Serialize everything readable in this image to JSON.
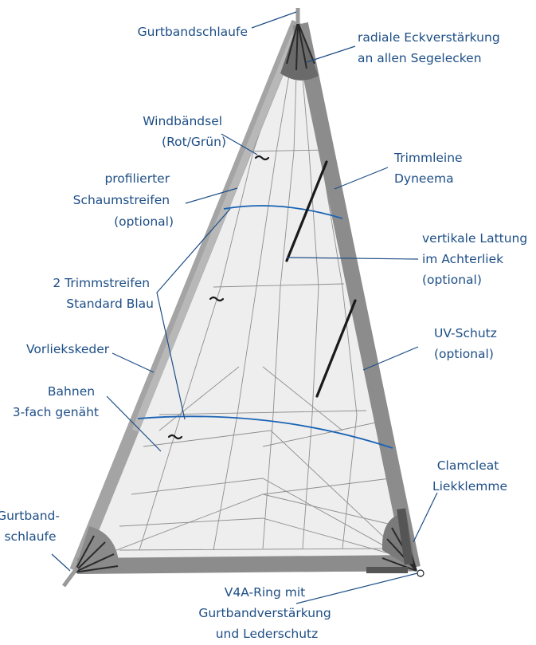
{
  "labels": {
    "head_strap": "Gurtbandschlaufe",
    "radial_reinforcement": [
      "radiale Eckverstärkung",
      "an allen Segelecken"
    ],
    "telltales": [
      "Windbändsel",
      "(Rot/Grün)"
    ],
    "foam_strip": [
      "profilierter",
      "Schaumstreifen",
      "(optional)"
    ],
    "leech_line": [
      "Trimmleine",
      "Dyneema"
    ],
    "battens": [
      "vertikale Lattung",
      "im Achterliek",
      "(optional)"
    ],
    "draft_stripes": [
      "2 Trimmstreifen",
      "Standard Blau"
    ],
    "uv_cover": [
      "UV-Schutz",
      "(optional)"
    ],
    "luff_rope": [
      "Vorliekskeder"
    ],
    "panels": [
      "Bahnen",
      "3-fach genäht"
    ],
    "clamcleat": [
      "Clamcleat",
      "Liekklemme"
    ],
    "tack_strap": [
      "Gurtband-",
      "schlaufe"
    ],
    "clew_ring": [
      "V4A-Ring mit",
      "Gurtbandverstärkung",
      "und Lederschutz"
    ]
  },
  "colors": {
    "label_text": "#1d4e86",
    "sail_cloth": "#eeeeee",
    "edge_band": "#8c8c8c",
    "luff_band": "#a4a4a4",
    "draft_stripe": "#1a63b5",
    "batten": "#1a1a1a"
  }
}
